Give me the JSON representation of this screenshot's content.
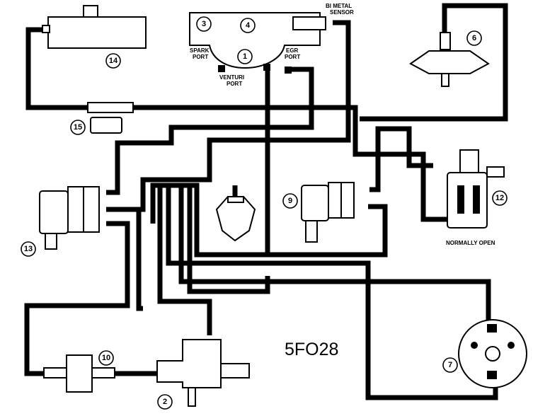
{
  "callouts": [
    "1",
    "2",
    "3",
    "4",
    "6",
    "7",
    "9",
    "10",
    "12",
    "13",
    "14",
    "15"
  ],
  "labels": {
    "bimetal_sensor_1": "BI METAL",
    "bimetal_sensor_2": "SENSOR",
    "spark_port_1": "SPARK",
    "spark_port_2": "PORT",
    "egr_port_1": "EGR",
    "egr_port_2": "PORT",
    "venturi_port_1": "VENTURI",
    "venturi_port_2": "PORT",
    "normally_open": "NORMALLY OPEN",
    "diagram_code": "5FO28"
  }
}
